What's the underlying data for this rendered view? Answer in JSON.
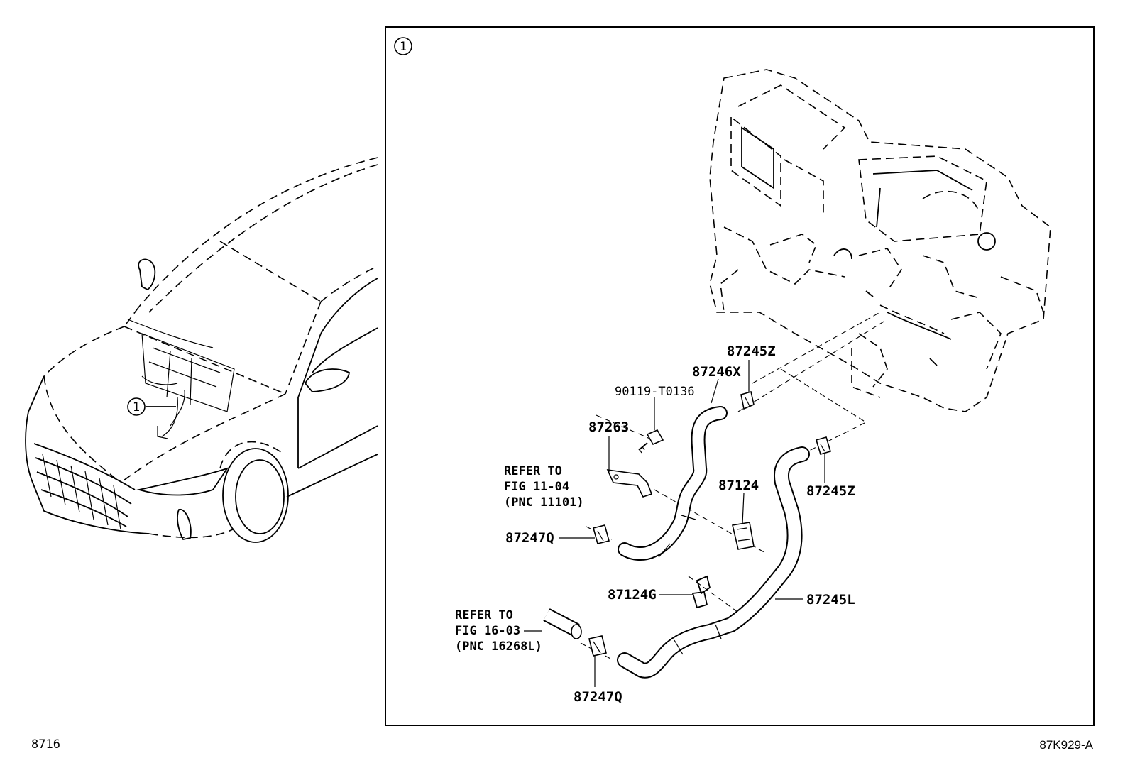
{
  "diagram": {
    "callout_marker": "1",
    "labels": {
      "p_87245z_top": "87245Z",
      "p_87246x": "87246X",
      "p_90119": "90119-T0136",
      "p_87263": "87263",
      "p_87245z_right": "87245Z",
      "p_87124": "87124",
      "p_87247q_mid": "87247Q",
      "p_87124g": "87124G",
      "p_87245l": "87245L",
      "p_87247q_bottom": "87247Q"
    },
    "refer_1": {
      "line1": "REFER TO",
      "line2": "FIG 11-04",
      "line3": "(PNC 11101)"
    },
    "refer_2": {
      "line1": "REFER TO",
      "line2": "FIG 16-03",
      "line3": "(PNC 16268L)"
    },
    "footer": {
      "figure_number": "8716",
      "illustration_code": "87K929-A"
    }
  }
}
